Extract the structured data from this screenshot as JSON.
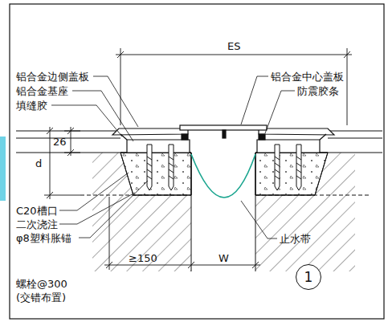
{
  "diagram": {
    "nodes": [
      {
        "text": [
          "1"
        ]
      }
    ],
    "labels": [
      "ES",
      "铝合金边侧盖板",
      "铝合金基座",
      "填缝胶",
      "26",
      "d",
      "C20槽口",
      "二次浇注",
      "φ8塑料胀锚",
      "螺栓@300",
      "(交错布置)",
      "铝合金中心盖板",
      "防震胶条",
      "止水带",
      "≥150",
      "W"
    ]
  }
}
